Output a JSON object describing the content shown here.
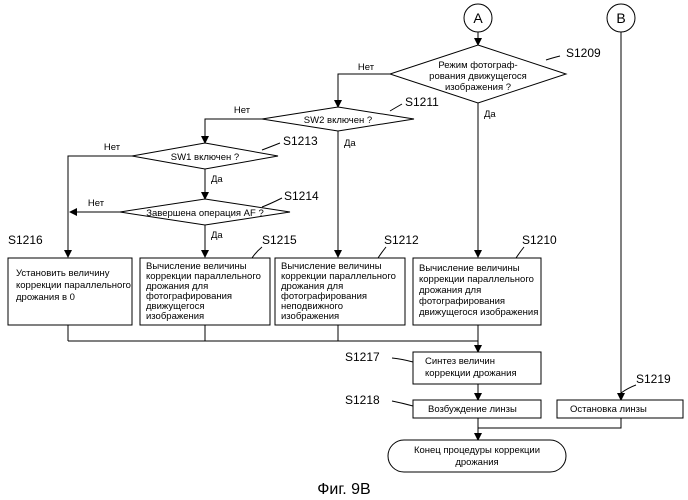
{
  "connectors": {
    "a": "A",
    "b": "B"
  },
  "decisions": {
    "s1209": {
      "step": "S1209",
      "lines": [
        "Режим фотограф-",
        "рования движущегося",
        "изображения ?"
      ],
      "no": "Нет",
      "yes": "Да"
    },
    "s1211": {
      "step": "S1211",
      "lines": [
        "SW2 включен ?"
      ],
      "no": "Нет",
      "yes": "Да"
    },
    "s1213": {
      "step": "S1213",
      "lines": [
        "SW1 включен ?"
      ],
      "no": "Нет",
      "yes": "Да"
    },
    "s1214": {
      "step": "S1214",
      "lines": [
        "Завершена операция AF ?"
      ],
      "no": "Нет",
      "yes": "Да"
    }
  },
  "processes": {
    "s1216": {
      "step": "S1216",
      "lines": [
        "Установить величину",
        "коррекции параллельного",
        "дрожания в 0"
      ]
    },
    "s1215": {
      "step": "S1215",
      "lines": [
        "Вычисление величины",
        "коррекции параллельного",
        "дрожания для",
        "фотографирования",
        "движущегося",
        "изображения"
      ]
    },
    "s1212": {
      "step": "S1212",
      "lines": [
        "Вычисление величины",
        "коррекции параллельного",
        "дрожания для",
        "фотографирования",
        "неподвижного",
        "изображения"
      ]
    },
    "s1210": {
      "step": "S1210",
      "lines": [
        "Вычисление величины",
        "коррекции параллельного",
        "дрожания для",
        "фотографирования",
        "движущегося изображения"
      ]
    },
    "s1217": {
      "step": "S1217",
      "lines": [
        "Синтез величин",
        "коррекции дрожания"
      ]
    },
    "s1218": {
      "step": "S1218",
      "lines": [
        "Возбуждение линзы"
      ]
    },
    "s1219": {
      "step": "S1219",
      "lines": [
        "Остановка линзы"
      ]
    }
  },
  "terminal": {
    "lines": [
      "Конец процедуры коррекции",
      "дрожания"
    ]
  },
  "caption": "Фиг. 9B"
}
